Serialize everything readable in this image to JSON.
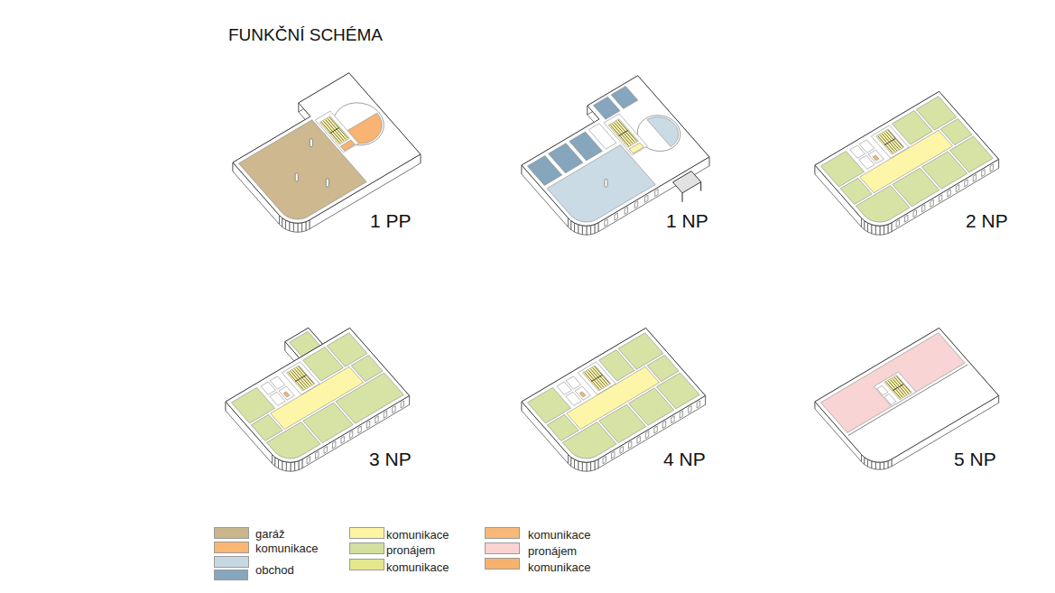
{
  "diagram": {
    "title": "FUNKČNÍ SCHÉMA",
    "labels": [
      "1 PP",
      "1 NP",
      "2 NP",
      "3 NP",
      "4 NP",
      "5 NP"
    ],
    "legend": [
      {
        "text": "garáž",
        "color": "#c9b68c"
      },
      {
        "text": "komunikace",
        "color": "#fbb673"
      },
      {
        "text": "obchod",
        "color": "#c8d8e2"
      },
      {
        "text": "komunikace",
        "color": "#fdf5a3"
      },
      {
        "text": "pronájem",
        "color": "#d3e0a0"
      },
      {
        "text": "komunikace",
        "color": "#e3e88e"
      },
      {
        "text": "komunikace",
        "color": "#f8b87a"
      },
      {
        "text": "pronájem",
        "color": "#f9d2d2"
      },
      {
        "text": "komunikace",
        "color": "#f6b26c"
      }
    ]
  }
}
